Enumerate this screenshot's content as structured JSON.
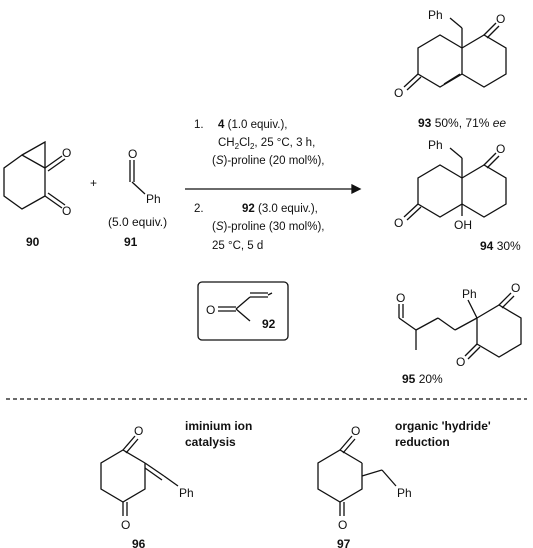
{
  "atoms": {
    "O": "O",
    "Ph": "Ph",
    "OH": "OH"
  },
  "compounds": {
    "c90": "90",
    "c91": "91",
    "c91_equiv": "(5.0 equiv.)",
    "c92": "92",
    "c93": "93",
    "c93_yield": "50%, 71%",
    "c93_ee": "ee",
    "c94": "94",
    "c94_yield": "30%",
    "c95": "95",
    "c95_yield": "20%",
    "c96": "96",
    "c97": "97"
  },
  "plus": "+",
  "conditions": {
    "step1_num": "1.",
    "step1_line1_cmp": "4",
    "step1_line1_rest": "(1.0 equiv.),",
    "step1_line2_a": "CH",
    "step1_line2_sub1": "2",
    "step1_line2_b": "Cl",
    "step1_line2_sub2": "2",
    "step1_line2_c": ", 25 °C, 3 h,",
    "step1_line3_open": "(",
    "step1_line3_S": "S",
    "step1_line3_rest": ")-proline (20 mol%),",
    "step2_num": "2.",
    "step2_line1_cmp": "92",
    "step2_line1_rest": "(3.0 equiv.),",
    "step2_line2_open": "(",
    "step2_line2_S": "S",
    "step2_line2_rest": ")-proline (30 mol%),",
    "step2_line3": "25 °C, 5 d"
  },
  "notes": {
    "iminium_1": "iminium ion",
    "iminium_2": "catalysis",
    "hydride_1": "organic 'hydride'",
    "hydride_2": "reduction"
  }
}
